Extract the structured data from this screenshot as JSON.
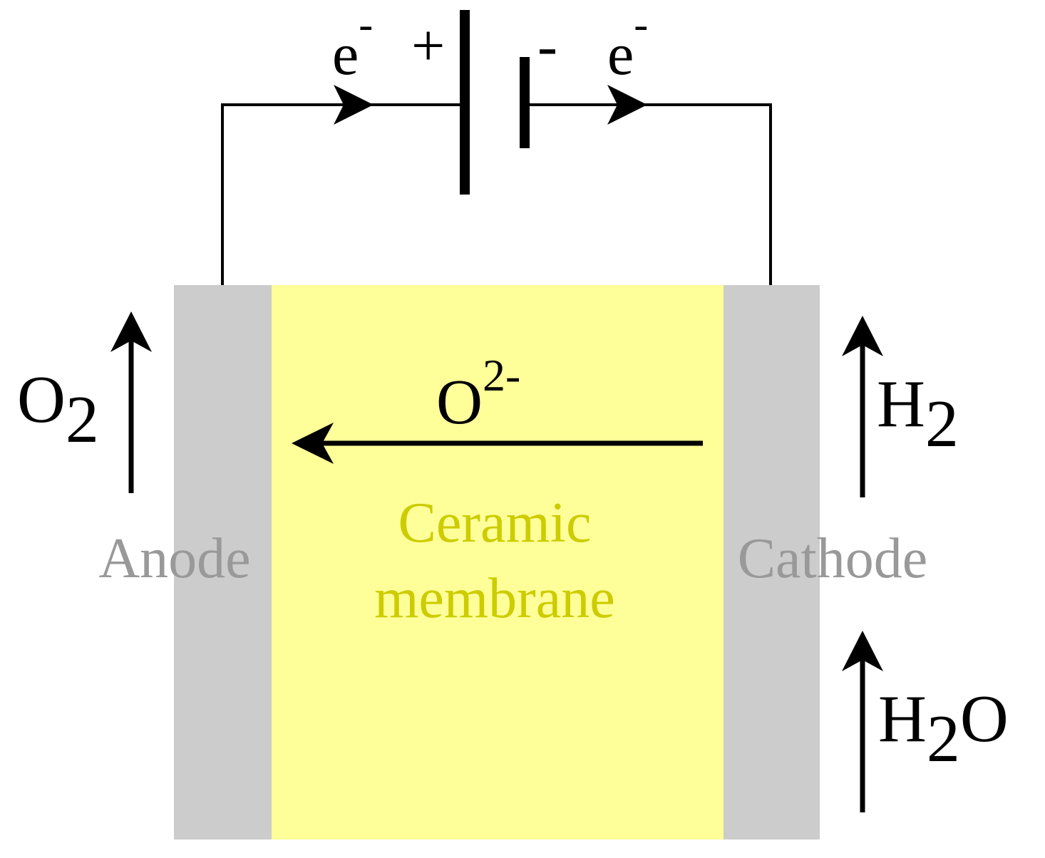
{
  "colors": {
    "electrode": "#cccccc",
    "membrane": "#ffff99",
    "membrane_text": "#cccc00",
    "electrode_text": "#999999",
    "line": "#000000"
  },
  "battery": {
    "plus": "+",
    "minus": "-"
  },
  "electron_left": {
    "base": "e",
    "sup": "-"
  },
  "electron_right": {
    "base": "e",
    "sup": "-"
  },
  "oxygen_ion": {
    "base": "O",
    "sup": "2-"
  },
  "membrane": {
    "line1": "Ceramic",
    "line2": "membrane"
  },
  "anode": {
    "label": "Anode"
  },
  "cathode": {
    "label": "Cathode"
  },
  "oxygen_out": {
    "base": "O",
    "sub": "2"
  },
  "hydrogen_out": {
    "base": "H",
    "sub": "2"
  },
  "water_in": {
    "base": "H",
    "sub": "2",
    "tail": "O"
  }
}
